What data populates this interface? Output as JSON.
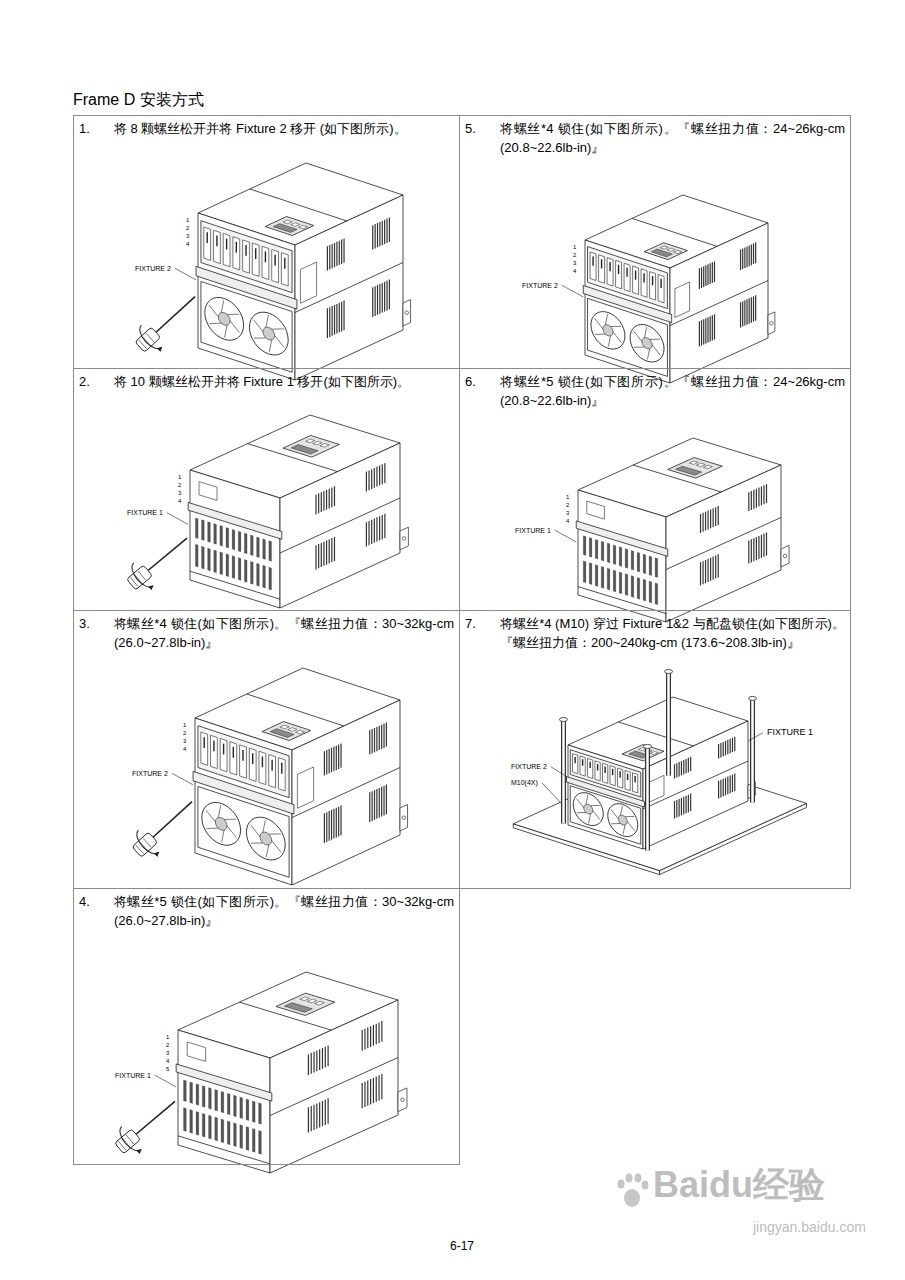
{
  "diagram": {
    "title": "Frame D 安装方式",
    "nodes": [
      {
        "text": [
          "1.",
          "将 8 颗螺丝松开并将 Fixture 2 移开 (如下图所示)。"
        ]
      },
      {
        "text": [
          "5.",
          "将螺丝*4 锁住(如下图所示)。『螺丝扭力值：24~26kg-cm (20.8~22.6lb-in)』"
        ]
      },
      {
        "text": [
          "2.",
          "将 10 颗螺丝松开并将 Fixture 1 移开(如下图所示)。"
        ]
      },
      {
        "text": [
          "6.",
          "将螺丝*5 锁住(如下图所示)。『螺丝扭力值：24~26kg-cm (20.8~22.6lb-in)』"
        ]
      },
      {
        "text": [
          "3.",
          "将螺丝*4 锁住(如下图所示)。『螺丝扭力值：30~32kg-cm (26.0~27.8lb-in)』"
        ]
      },
      {
        "text": [
          "7.",
          "将螺丝*4 (M10) 穿过 Fixture 1&2 与配盘锁住(如下图所示)。『螺丝扭力值：200~240kg-cm (173.6~208.3lb-in)』"
        ]
      },
      {
        "text": [
          "4.",
          "将螺丝*5 锁住(如下图所示)。『螺丝扭力值：30~32kg-cm (26.0~27.8lb-in)』"
        ]
      }
    ],
    "labels": [
      "FIXTURE 2",
      "1",
      "2",
      "3",
      "4",
      "FIXTURE 2",
      "1",
      "2",
      "3",
      "4",
      "FIXTURE 1",
      "1",
      "2",
      "3",
      "4",
      "FIXTURE 1",
      "1",
      "2",
      "3",
      "4",
      "FIXTURE 2",
      "1",
      "2",
      "3",
      "4",
      "FIXTURE 2",
      "M10(4X)",
      "FIXTURE 1",
      "FIXTURE 1",
      "1",
      "2",
      "3",
      "4",
      "5",
      "6-17",
      "Baidu经验",
      "jingyan.baidu.com"
    ]
  }
}
